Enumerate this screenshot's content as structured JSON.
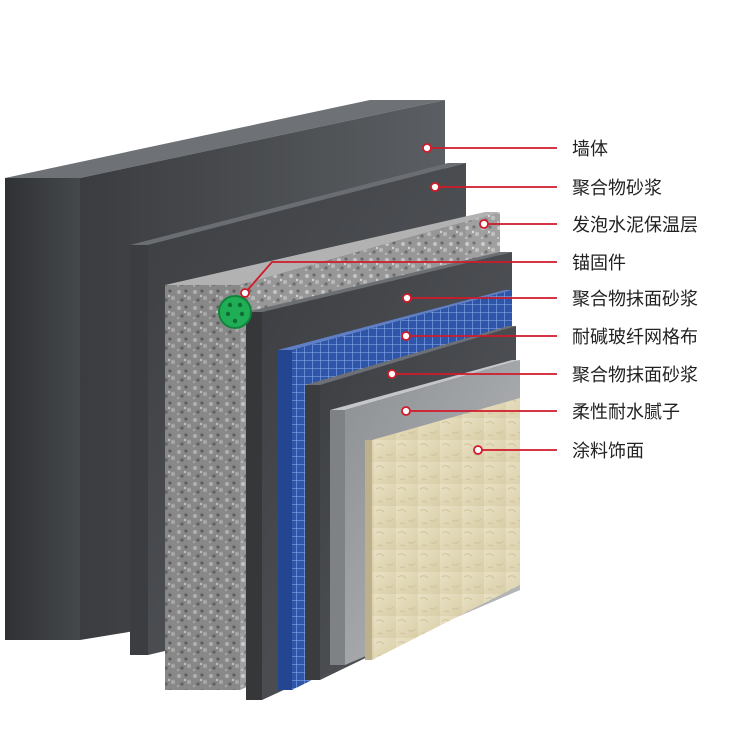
{
  "diagram": {
    "layers": [
      {
        "id": "wall",
        "label": "墙体",
        "color": "#55585c"
      },
      {
        "id": "polymer-mortar-1",
        "label": "聚合物砂浆",
        "color": "#4d5054"
      },
      {
        "id": "foam-cement-insulation",
        "label": "发泡水泥保温层",
        "color": "#9a9a9a"
      },
      {
        "id": "anchor",
        "label": "锚固件",
        "color": "#1fae55"
      },
      {
        "id": "polymer-plaster-mortar-1",
        "label": "聚合物抹面砂浆",
        "color": "#4a4d51"
      },
      {
        "id": "alkali-mesh",
        "label": "耐碱玻纤网格布",
        "color": "#3d63b8"
      },
      {
        "id": "polymer-plaster-mortar-2",
        "label": "聚合物抹面砂浆",
        "color": "#505357"
      },
      {
        "id": "flexible-putty",
        "label": "柔性耐水腻子",
        "color": "#a3a5a8"
      },
      {
        "id": "paint-finish",
        "label": "涂料饰面",
        "color": "#e2d8b6"
      }
    ],
    "leader_color": "#d11a2a"
  }
}
